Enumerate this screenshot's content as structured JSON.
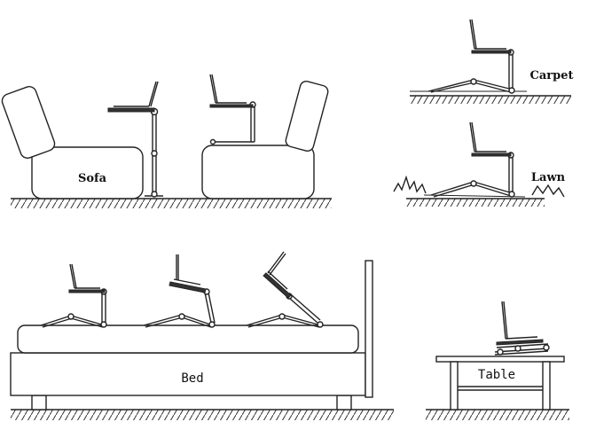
{
  "labels": {
    "sofa": "Sofa",
    "carpet": "Carpet",
    "lawn": "Lawn",
    "bed": "Bed",
    "table": "Table"
  }
}
